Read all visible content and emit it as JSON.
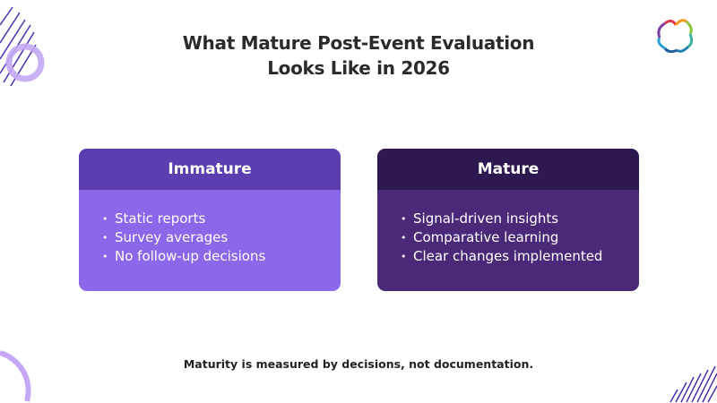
{
  "title_line1": "What Mature Post-Event Evaluation",
  "title_line2": "Looks Like in 2026",
  "cards": [
    {
      "heading": "Immature",
      "items": [
        "Static reports",
        "Survey averages",
        "No follow-up decisions"
      ]
    },
    {
      "heading": "Mature",
      "items": [
        "Signal-driven insights",
        "Comparative learning",
        "Clear changes implemented"
      ]
    }
  ],
  "footer": "Maturity is measured by decisions, not documentation.",
  "colors": {
    "immature_header": "#5b3fb0",
    "immature_body": "#8b67ea",
    "mature_header": "#2e1850",
    "mature_body": "#4a2a78",
    "accent_lilac": "#c4a8f5"
  }
}
